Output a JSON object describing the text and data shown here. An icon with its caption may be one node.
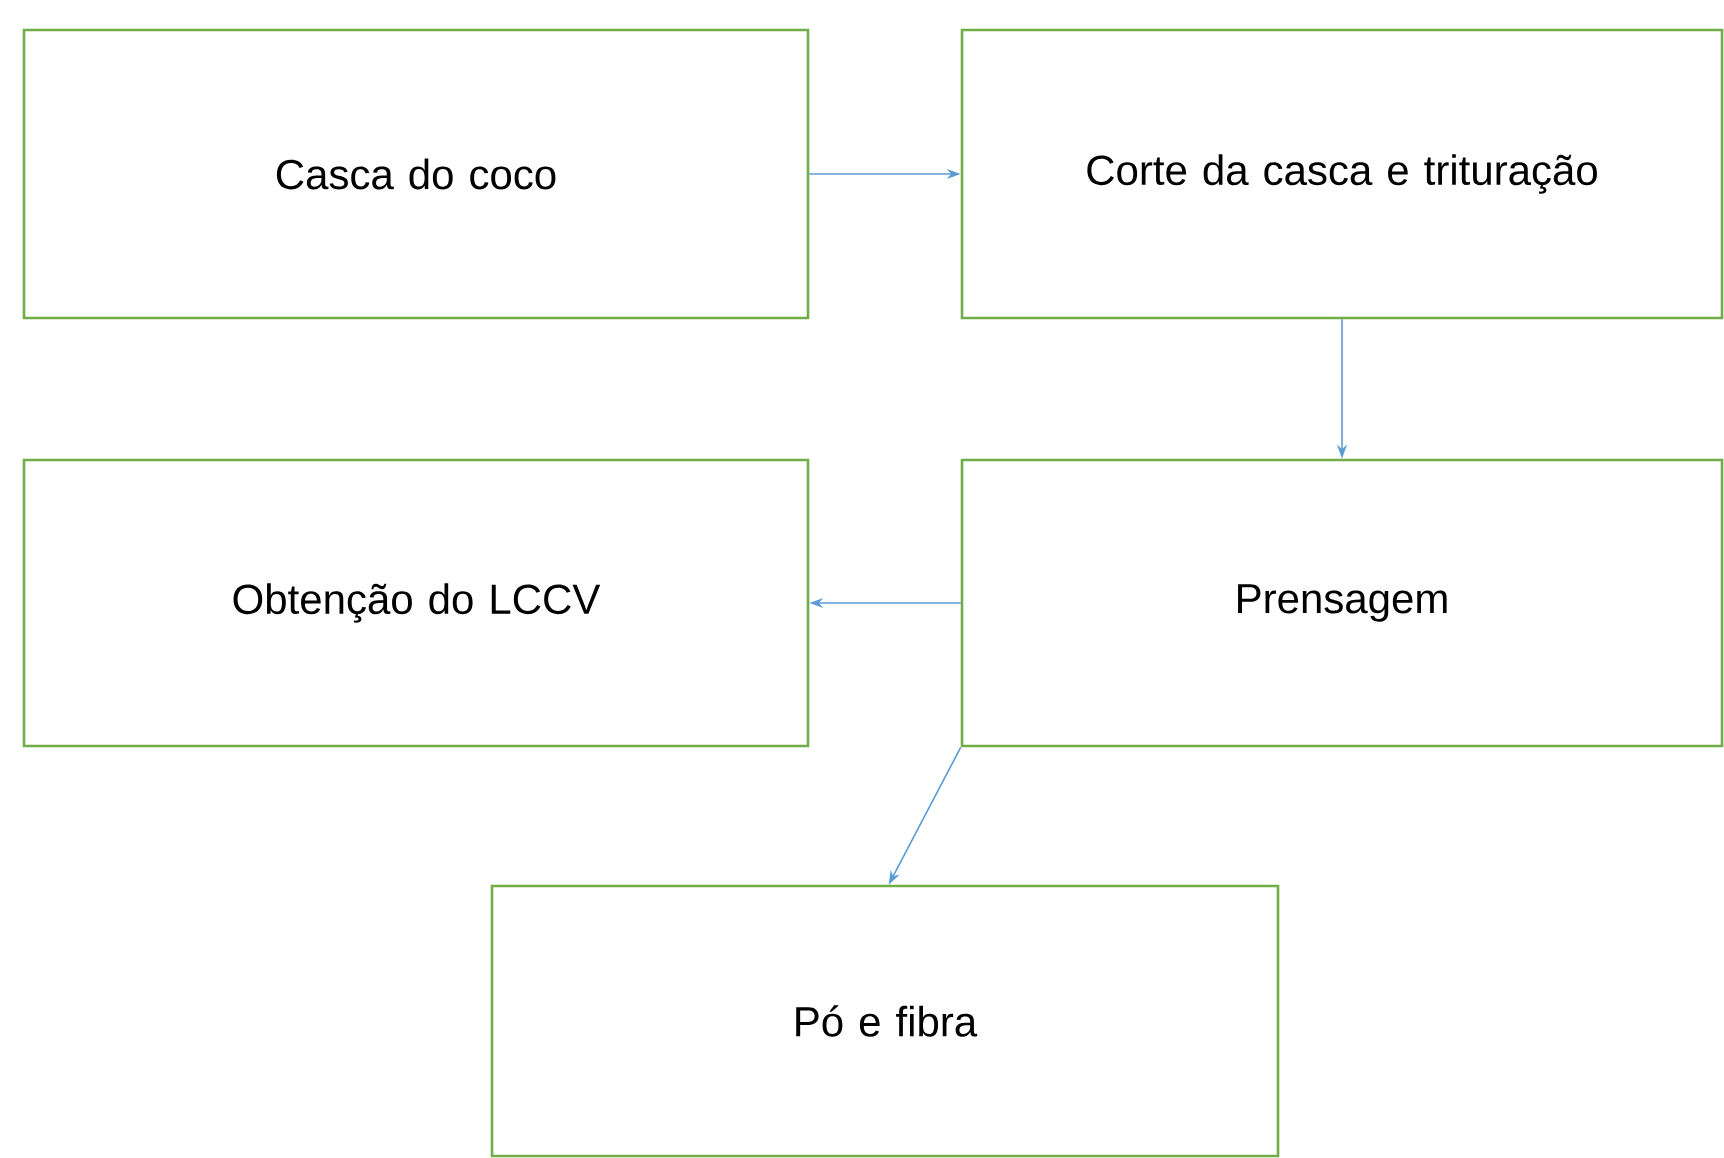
{
  "diagram": {
    "nodes": [
      {
        "text": [
          "Casca do coco"
        ]
      },
      {
        "text": [
          "Corte da casca e trituração"
        ]
      },
      {
        "text": [
          "Obtenção do LCCV"
        ]
      },
      {
        "text": [
          "Prensagem"
        ]
      },
      {
        "text": [
          "Pó e fibra"
        ]
      }
    ],
    "edges": [
      {
        "from": 0,
        "to": 1,
        "arrow": "to"
      },
      {
        "from": 1,
        "to": 3,
        "arrow": "to"
      },
      {
        "from": 3,
        "to": 2,
        "arrow": "to"
      },
      {
        "from": 3,
        "to": 4,
        "arrow": "to"
      }
    ]
  }
}
